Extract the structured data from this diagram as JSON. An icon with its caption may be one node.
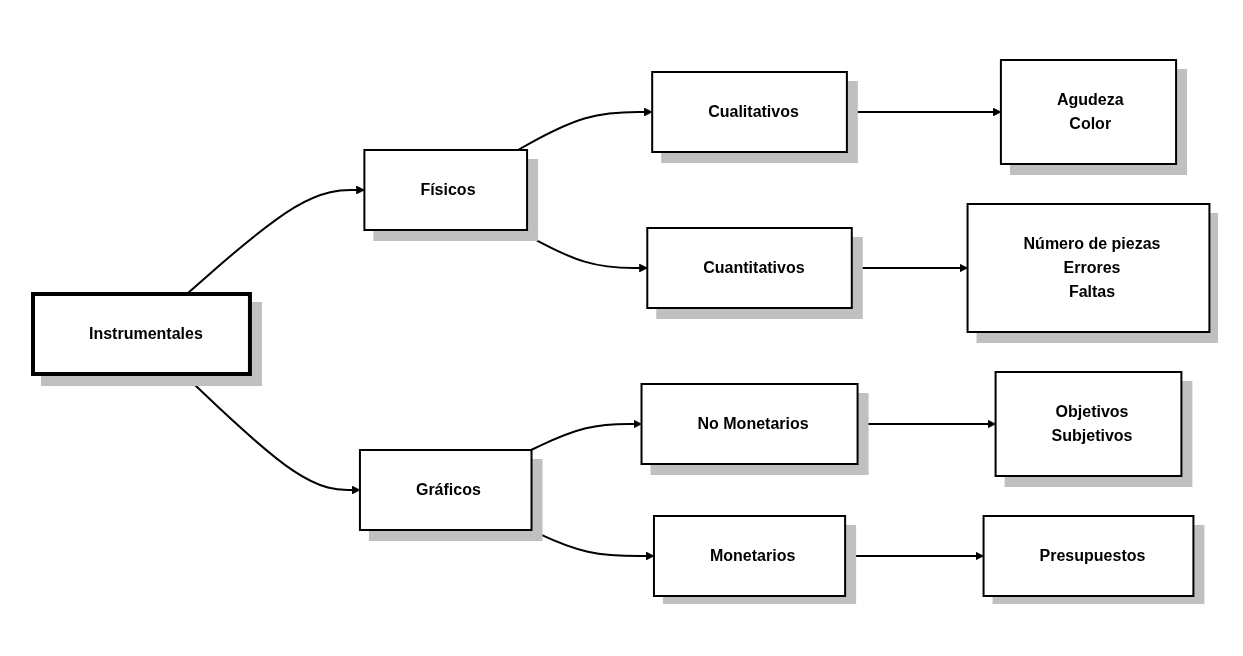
{
  "diagram": {
    "nodes": [
      {
        "text": [
          "Instrumentales"
        ]
      },
      {
        "text": [
          "Físicos"
        ]
      },
      {
        "text": [
          "Gráficos"
        ]
      },
      {
        "text": [
          "Cualitativos"
        ]
      },
      {
        "text": [
          "Cuantitativos"
        ]
      },
      {
        "text": [
          "Agudeza",
          "Color"
        ]
      },
      {
        "text": [
          "Número de piezas",
          "Errores",
          "Faltas"
        ]
      },
      {
        "text": [
          "No Monetarios"
        ]
      },
      {
        "text": [
          "Monetarios"
        ]
      },
      {
        "text": [
          "Objetivos",
          "Subjetivos"
        ]
      },
      {
        "text": [
          "Presupuestos"
        ]
      }
    ],
    "edges": [
      {
        "from": 0,
        "to": 1,
        "arrow": "to"
      },
      {
        "from": 0,
        "to": 2,
        "arrow": "to"
      },
      {
        "from": 1,
        "to": 3,
        "arrow": "to"
      },
      {
        "from": 1,
        "to": 4,
        "arrow": "to"
      },
      {
        "from": 3,
        "to": 5,
        "arrow": "to"
      },
      {
        "from": 4,
        "to": 6,
        "arrow": "to"
      },
      {
        "from": 2,
        "to": 7,
        "arrow": "to"
      },
      {
        "from": 2,
        "to": 8,
        "arrow": "to"
      },
      {
        "from": 7,
        "to": 9,
        "arrow": "to"
      },
      {
        "from": 8,
        "to": 10,
        "arrow": "to"
      }
    ]
  }
}
